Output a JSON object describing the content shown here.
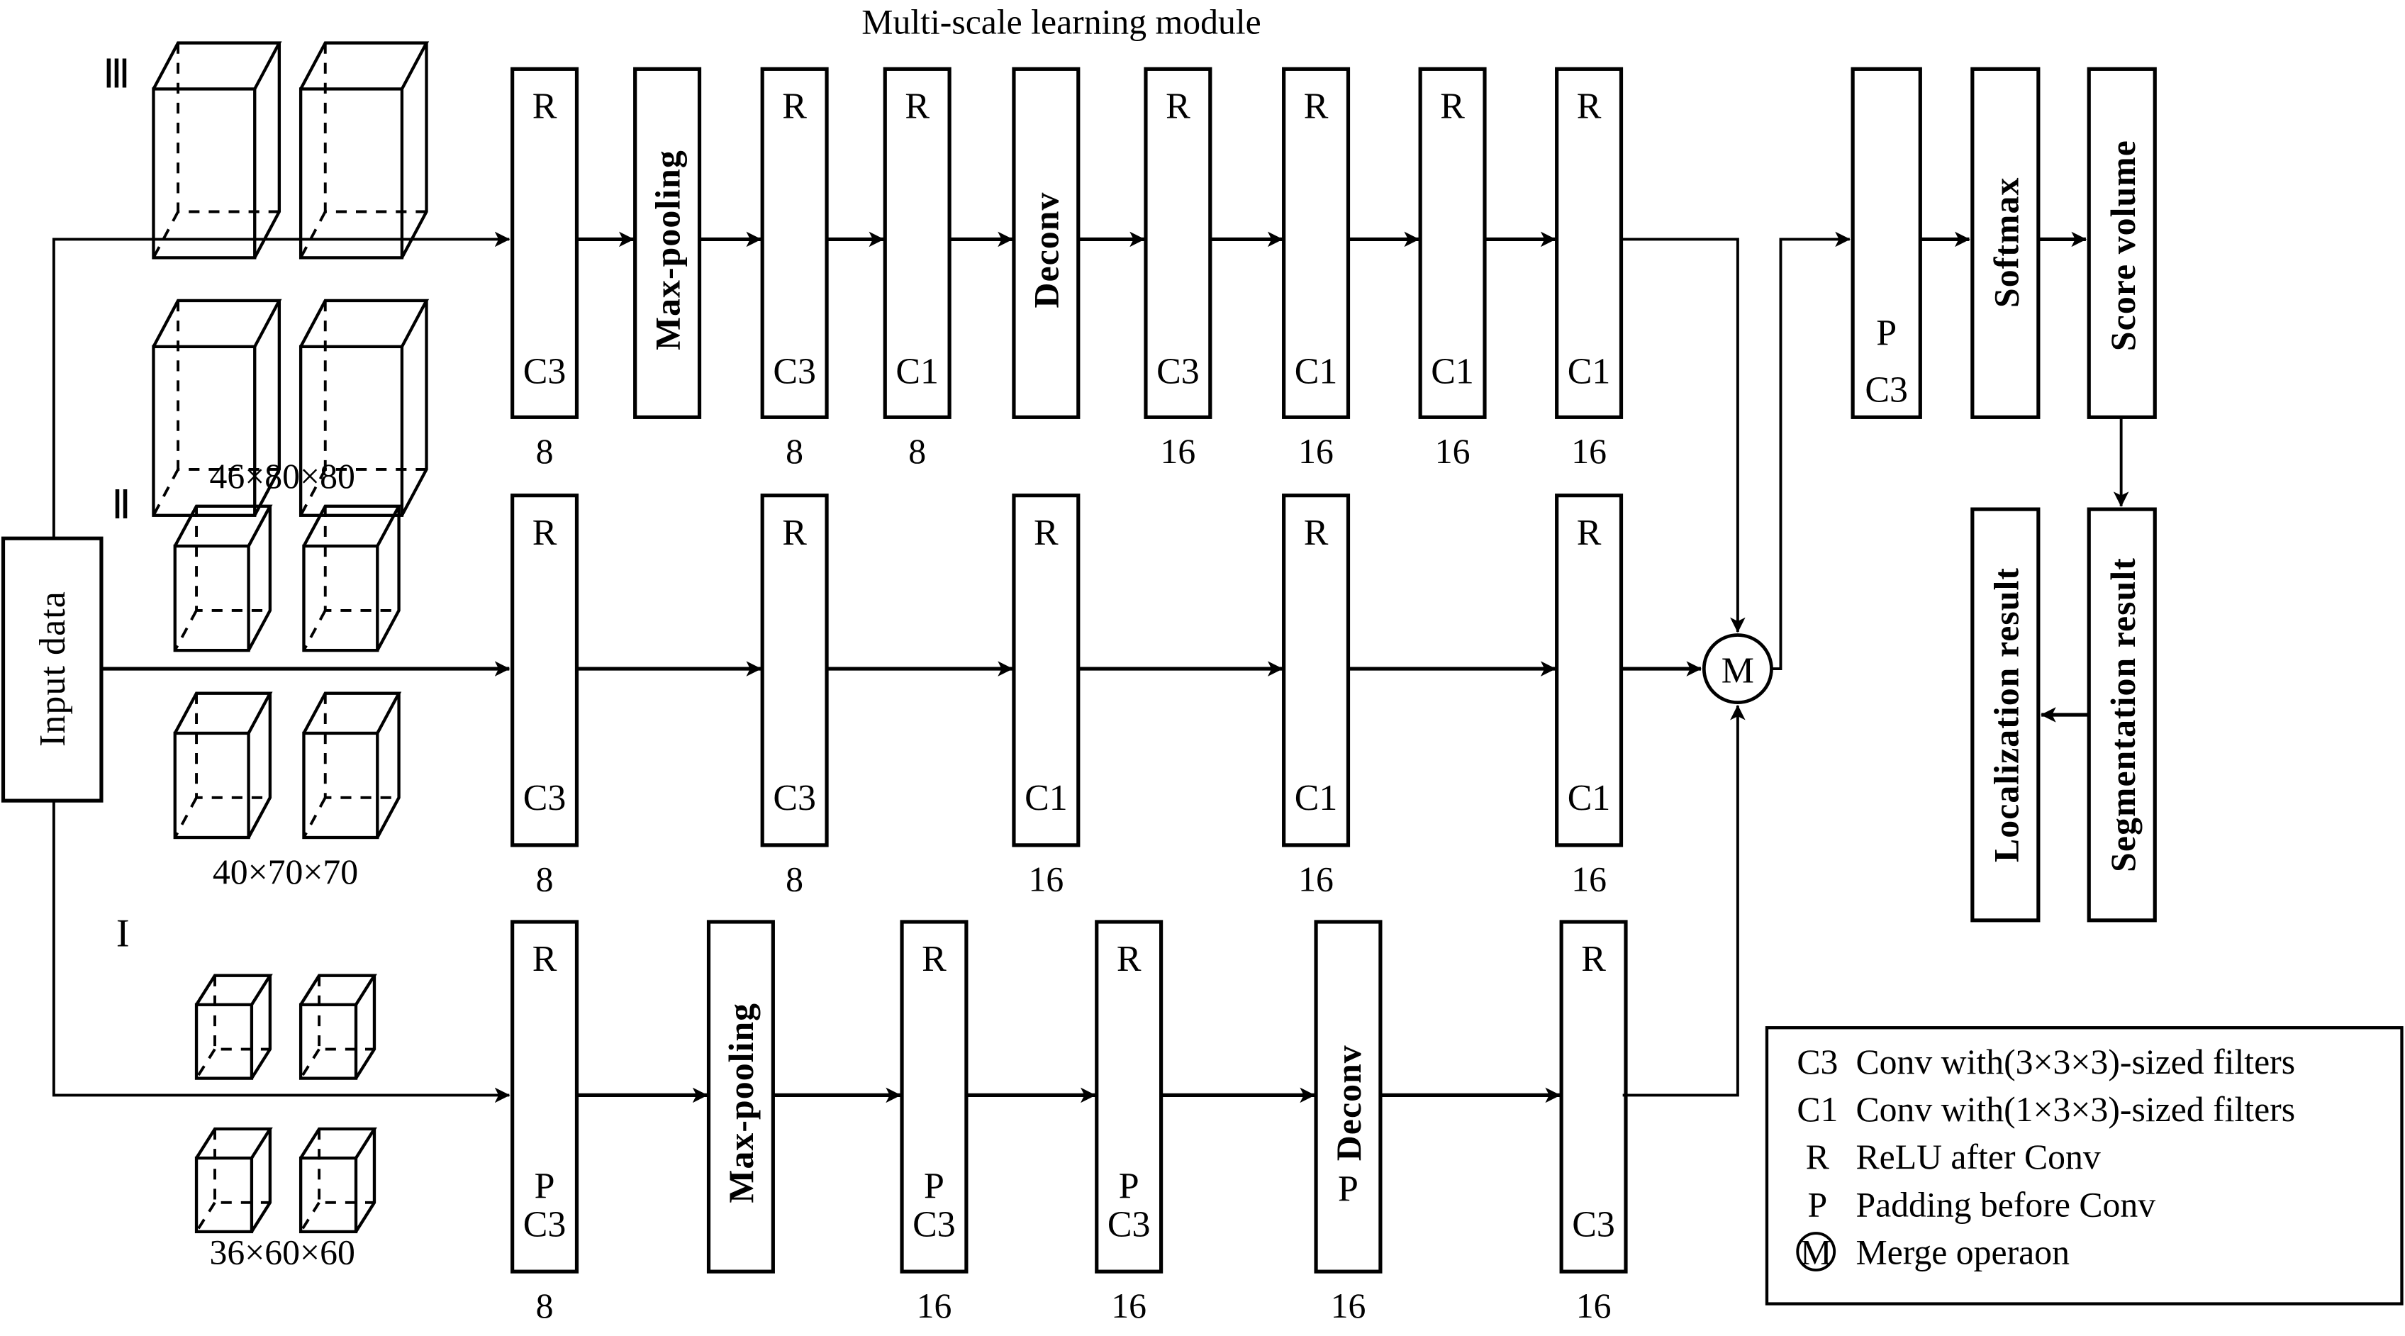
{
  "title": "Multi-scale learning module",
  "input_label": "Input  data",
  "branches": [
    {
      "id": "III",
      "roman": "Ⅲ",
      "dims": "46×80×80",
      "layers": [
        {
          "top": "R",
          "mid": "",
          "bottom": "C3",
          "channels": "8"
        },
        {
          "vertical": "Max-pooling",
          "channels": ""
        },
        {
          "top": "R",
          "mid": "",
          "bottom": "C3",
          "channels": "8"
        },
        {
          "top": "R",
          "mid": "",
          "bottom": "C1",
          "channels": "8"
        },
        {
          "vertical": "Deconv",
          "channels": ""
        },
        {
          "top": "R",
          "mid": "",
          "bottom": "C3",
          "channels": "16"
        },
        {
          "top": "R",
          "mid": "",
          "bottom": "C1",
          "channels": "16"
        },
        {
          "top": "R",
          "mid": "",
          "bottom": "C1",
          "channels": "16"
        },
        {
          "top": "R",
          "mid": "",
          "bottom": "C1",
          "channels": "16"
        }
      ]
    },
    {
      "id": "II",
      "roman": "Ⅱ",
      "dims": "40×70×70",
      "layers": [
        {
          "top": "R",
          "mid": "",
          "bottom": "C3",
          "channels": "8"
        },
        {
          "top": "R",
          "mid": "",
          "bottom": "C3",
          "channels": "8"
        },
        {
          "top": "R",
          "mid": "",
          "bottom": "C1",
          "channels": "16"
        },
        {
          "top": "R",
          "mid": "",
          "bottom": "C1",
          "channels": "16"
        },
        {
          "top": "R",
          "mid": "",
          "bottom": "C1",
          "channels": "16"
        }
      ]
    },
    {
      "id": "I",
      "roman": "I",
      "dims": "36×60×60",
      "layers": [
        {
          "top": "R",
          "mid": "P",
          "bottom": "C3",
          "channels": "8"
        },
        {
          "vertical": "Max-pooling",
          "channels": ""
        },
        {
          "top": "R",
          "mid": "P",
          "bottom": "C3",
          "channels": "16"
        },
        {
          "top": "R",
          "mid": "P",
          "bottom": "C3",
          "channels": "16"
        },
        {
          "vertical": "Deconv",
          "mid": "P",
          "channels": "16"
        },
        {
          "top": "R",
          "mid": "",
          "bottom": "C3",
          "channels": "16"
        }
      ]
    }
  ],
  "merge_label": "M",
  "output": {
    "conv": {
      "top": "P",
      "bottom": "C3"
    },
    "softmax": "Softmax",
    "score_volume": "Score volume",
    "segmentation": "Segmentation result",
    "localization": "Localization result"
  },
  "legend": [
    {
      "key": "C3",
      "text": "Conv with(3×3×3)-sized filters"
    },
    {
      "key": "C1",
      "text": "Conv with(1×3×3)-sized filters"
    },
    {
      "key": "R",
      "text": "ReLU after Conv"
    },
    {
      "key": "P",
      "text": "Padding before Conv"
    },
    {
      "key": "M",
      "text": "Merge operaon",
      "circled": true
    }
  ]
}
